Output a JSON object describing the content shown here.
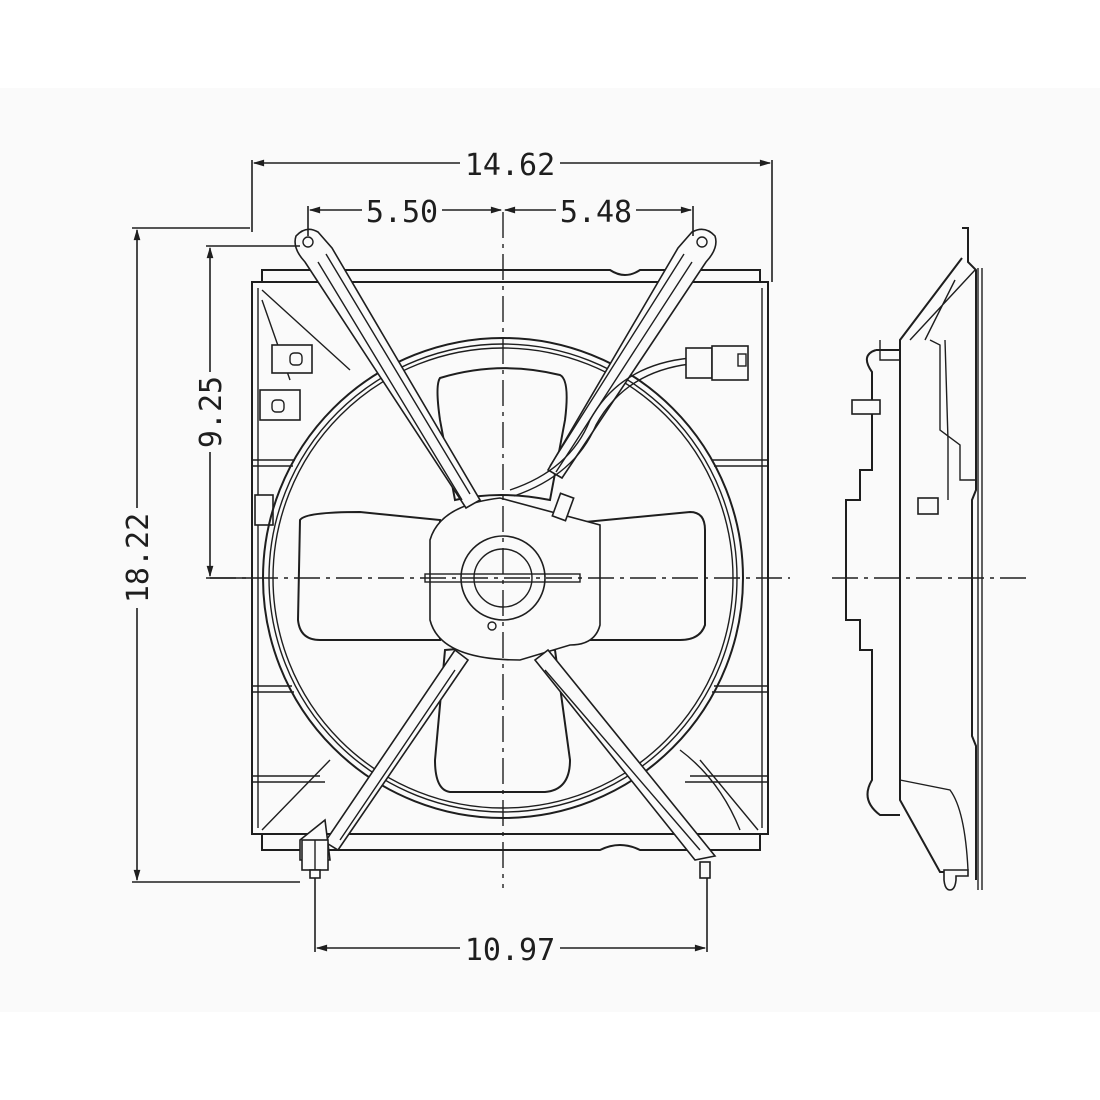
{
  "drawing": {
    "subject": "Radiator cooling fan assembly technical drawing",
    "views": [
      "front-view",
      "side-view"
    ],
    "background_color": "#fafafa",
    "line_color": "#1e1e1e"
  },
  "dimensions": {
    "overall_width": "14.62",
    "left_mount_offset": "5.50",
    "right_mount_offset": "5.48",
    "upper_mount_height": "9.25",
    "overall_height": "18.22",
    "lower_mount_spacing": "10.97"
  }
}
